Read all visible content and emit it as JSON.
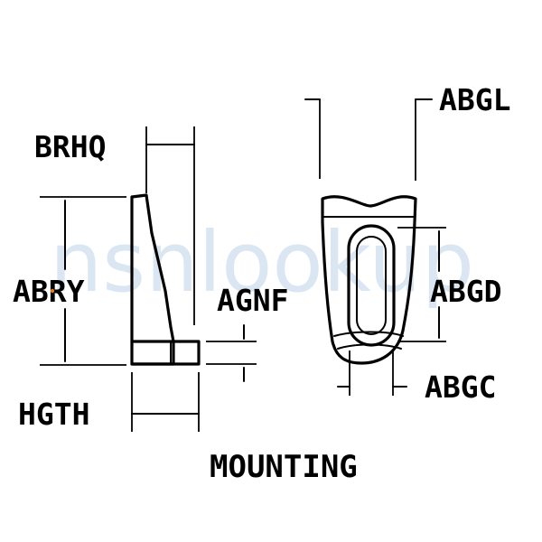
{
  "labels": {
    "brhq": "BRHQ",
    "abry": "ABRY",
    "hgth": "HGTH",
    "agnf": "AGNF",
    "abgl": "ABGL",
    "abgd": "ABGD",
    "abgc": "ABGC"
  },
  "title": "MOUNTING",
  "watermark": "nsnlookup",
  "colors": {
    "line": "#000000",
    "watermark": "#bcd3e6",
    "accent_dot": "#e07a1f"
  }
}
